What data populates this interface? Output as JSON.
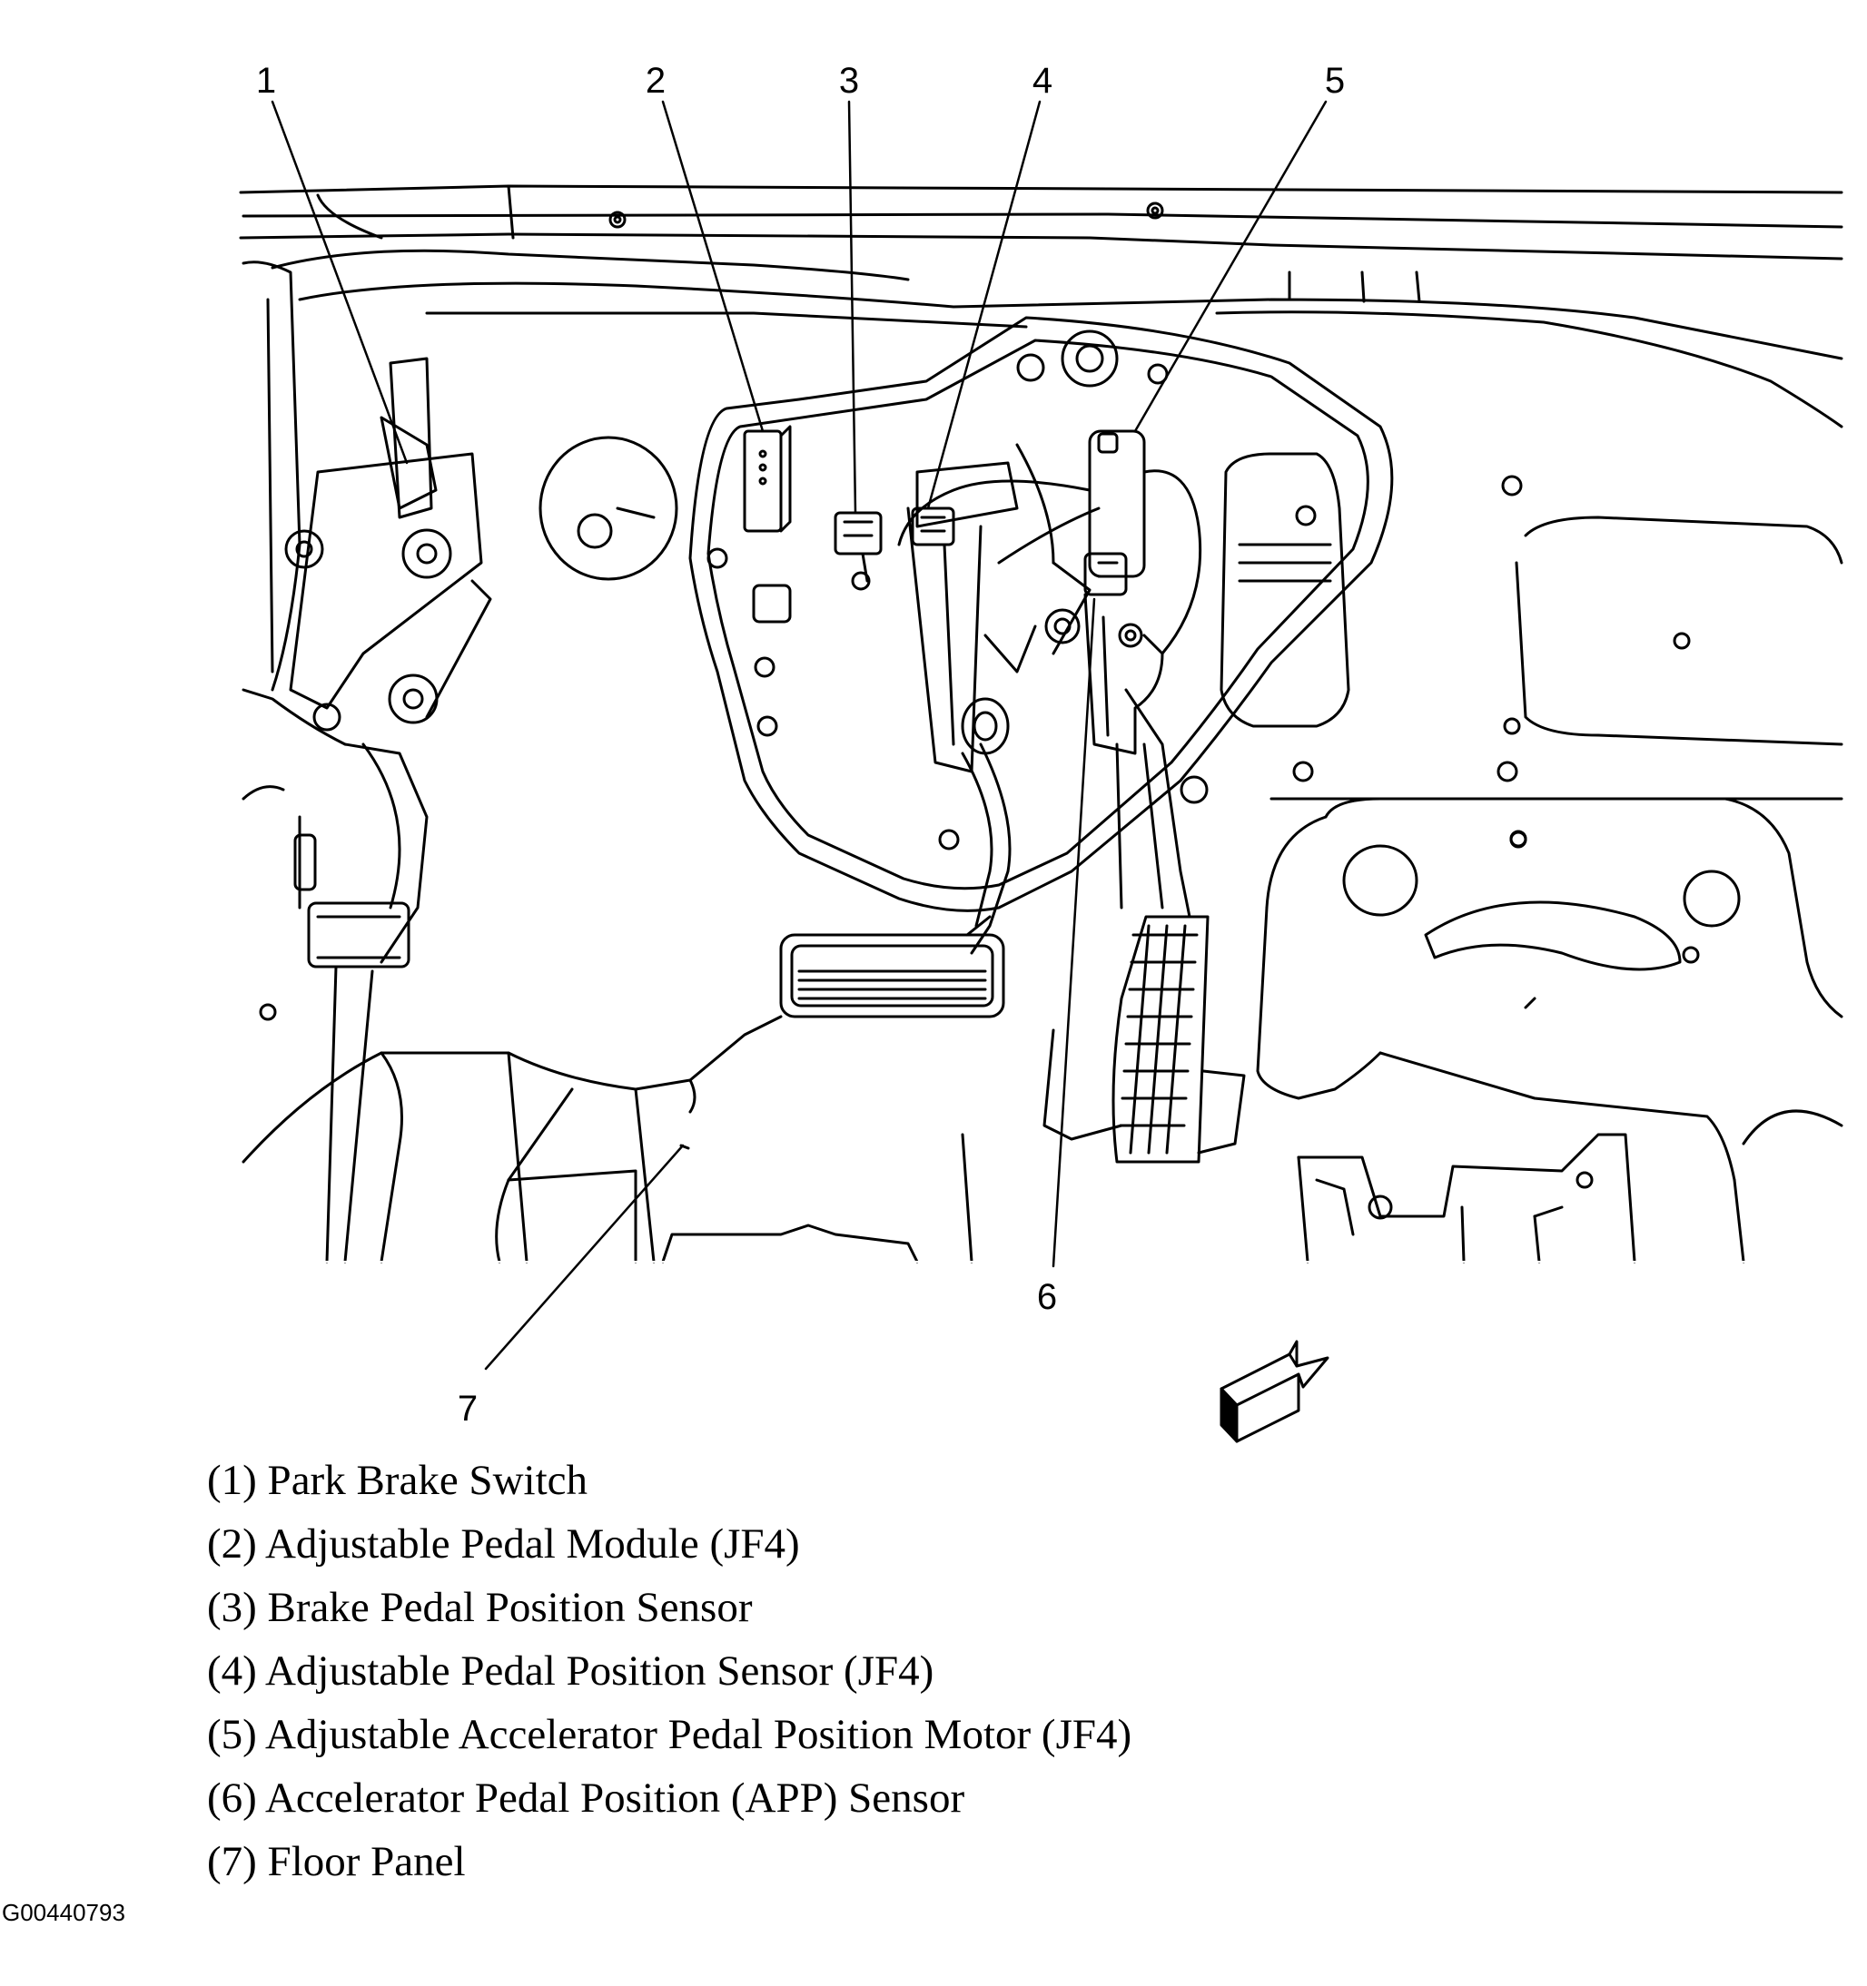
{
  "callouts": [
    {
      "number": "1",
      "label": "(1) Park Brake Switch"
    },
    {
      "number": "2",
      "label": "(2) Adjustable Pedal Module (JF4)"
    },
    {
      "number": "3",
      "label": "(3) Brake Pedal Position Sensor"
    },
    {
      "number": "4",
      "label": "(4) Adjustable Pedal Position Sensor (JF4)"
    },
    {
      "number": "5",
      "label": "(5) Adjustable Accelerator Pedal Position Motor (JF4)"
    },
    {
      "number": "6",
      "label": "(6) Accelerator Pedal Position (APP) Sensor"
    },
    {
      "number": "7",
      "label": "(7) Floor Panel"
    }
  ],
  "figure_id": "G00440793",
  "icons": {
    "direction_arrow": "forward-arrow-icon"
  }
}
